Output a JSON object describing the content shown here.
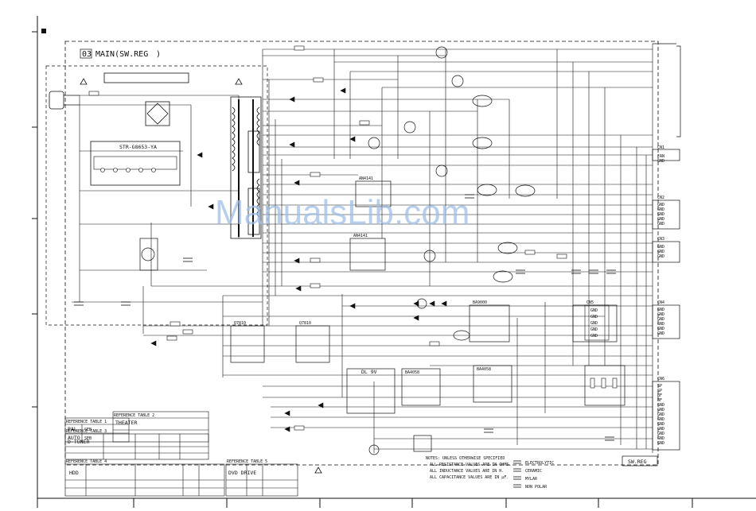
{
  "schematic": {
    "block_id": "03",
    "title": "MAIN(SW.REG",
    "title_close": ")",
    "footer_label": "SW.REG",
    "watermark": "ManualsLib.com",
    "ics": {
      "ic1": "STR-G8653-YA",
      "ic2": "AN4141",
      "ic3": "AN4141",
      "ic4": "DL 9V",
      "ic5": "BA4058",
      "ic6": "BA4058",
      "ic7": "Q7810",
      "ic8": "Q7810",
      "ic9": "BA9000"
    },
    "connectors": {
      "cn1": "CN1",
      "cn2": "CN2",
      "cn3": "CN3",
      "cn4": "CN4",
      "cn5": "CN5",
      "cn6": "CN6"
    },
    "pins": {
      "cn1": [
        "FAN",
        "GND"
      ],
      "cn2": [
        "GND",
        "GND",
        "GND",
        "GND",
        "GND"
      ],
      "cn3": [
        "GND",
        "GND",
        "GND"
      ],
      "cn4": [
        "GND",
        "GND",
        "GND",
        "GND",
        "GND",
        "GND"
      ],
      "cn5": [
        "GND",
        "GND",
        "GND",
        "GND",
        "GND"
      ],
      "cn6": [
        "SP",
        "SP",
        "BF",
        "BF",
        "GND",
        "GND",
        "GND",
        "GND",
        "GND",
        "GND",
        "GND",
        "GND",
        "GND"
      ]
    },
    "references": {
      "table1": {
        "title": "REFERENCE TABLE 1",
        "rows": [
          {
            "k": "PAL",
            "v": "SEB"
          },
          {
            "k": "AUTO",
            "v": "SEB"
          }
        ]
      },
      "table2": {
        "title": "REFERENCE TABLE 2",
        "label": "THEATER"
      },
      "table3": {
        "title": "REFERENCE TABLE 3",
        "label": "D-TUNER"
      },
      "table4": {
        "title": "REFERENCE TABLE 4",
        "label": "HDD"
      },
      "table5": {
        "title": "REFERENCE TABLE 5",
        "label": "DVD DRIVE"
      }
    },
    "notes": {
      "title": "NOTES: UNLESS OTHERWISE SPECIFIED",
      "lines": [
        "ALL RESISTANCE VALUES ARE IN OHMS.",
        "ALL INDUCTANCE VALUES ARE IN H.",
        "ALL CAPACITANCE VALUES ARE IN μF."
      ]
    },
    "legend": [
      "ELECTROLYTIC",
      "CERAMIC",
      "MYLAR",
      "NON POLAR"
    ]
  }
}
